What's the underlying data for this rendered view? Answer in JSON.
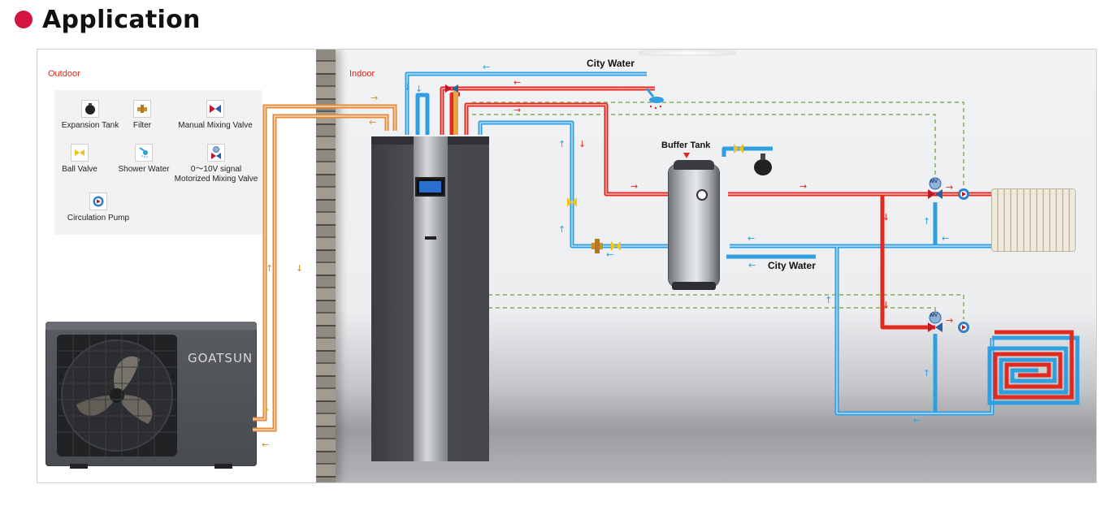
{
  "heading": {
    "title": "Application"
  },
  "zones": {
    "outdoor": "Outdoor",
    "indoor": "Indoor"
  },
  "legend": {
    "expansion_tank": "Expansion Tank",
    "filter": "Filter",
    "manual_mixing_valve": "Manual Mixing Valve",
    "ball_valve": "Ball Valve",
    "shower_water": "Shower Water",
    "motorized_line1": "0～10V signal",
    "motorized_line2": "Motorized Mixing Valve",
    "circulation_pump": "Circulation Pump"
  },
  "outdoor_unit": {
    "brand": "GOATSUN"
  },
  "labels": {
    "city_water_top": "City Water",
    "city_water_tank": "City Water",
    "buffer_tank": "Buffer Tank",
    "mv_upper": "MV",
    "mv_lower": "MV"
  },
  "colors": {
    "accent": "#d6123e",
    "hot_pipe": "#e02a20",
    "cold_pipe": "#2f9fe0",
    "refrigerant_pipe": "#e08a3a",
    "signal_line": "#9bbf7f"
  }
}
